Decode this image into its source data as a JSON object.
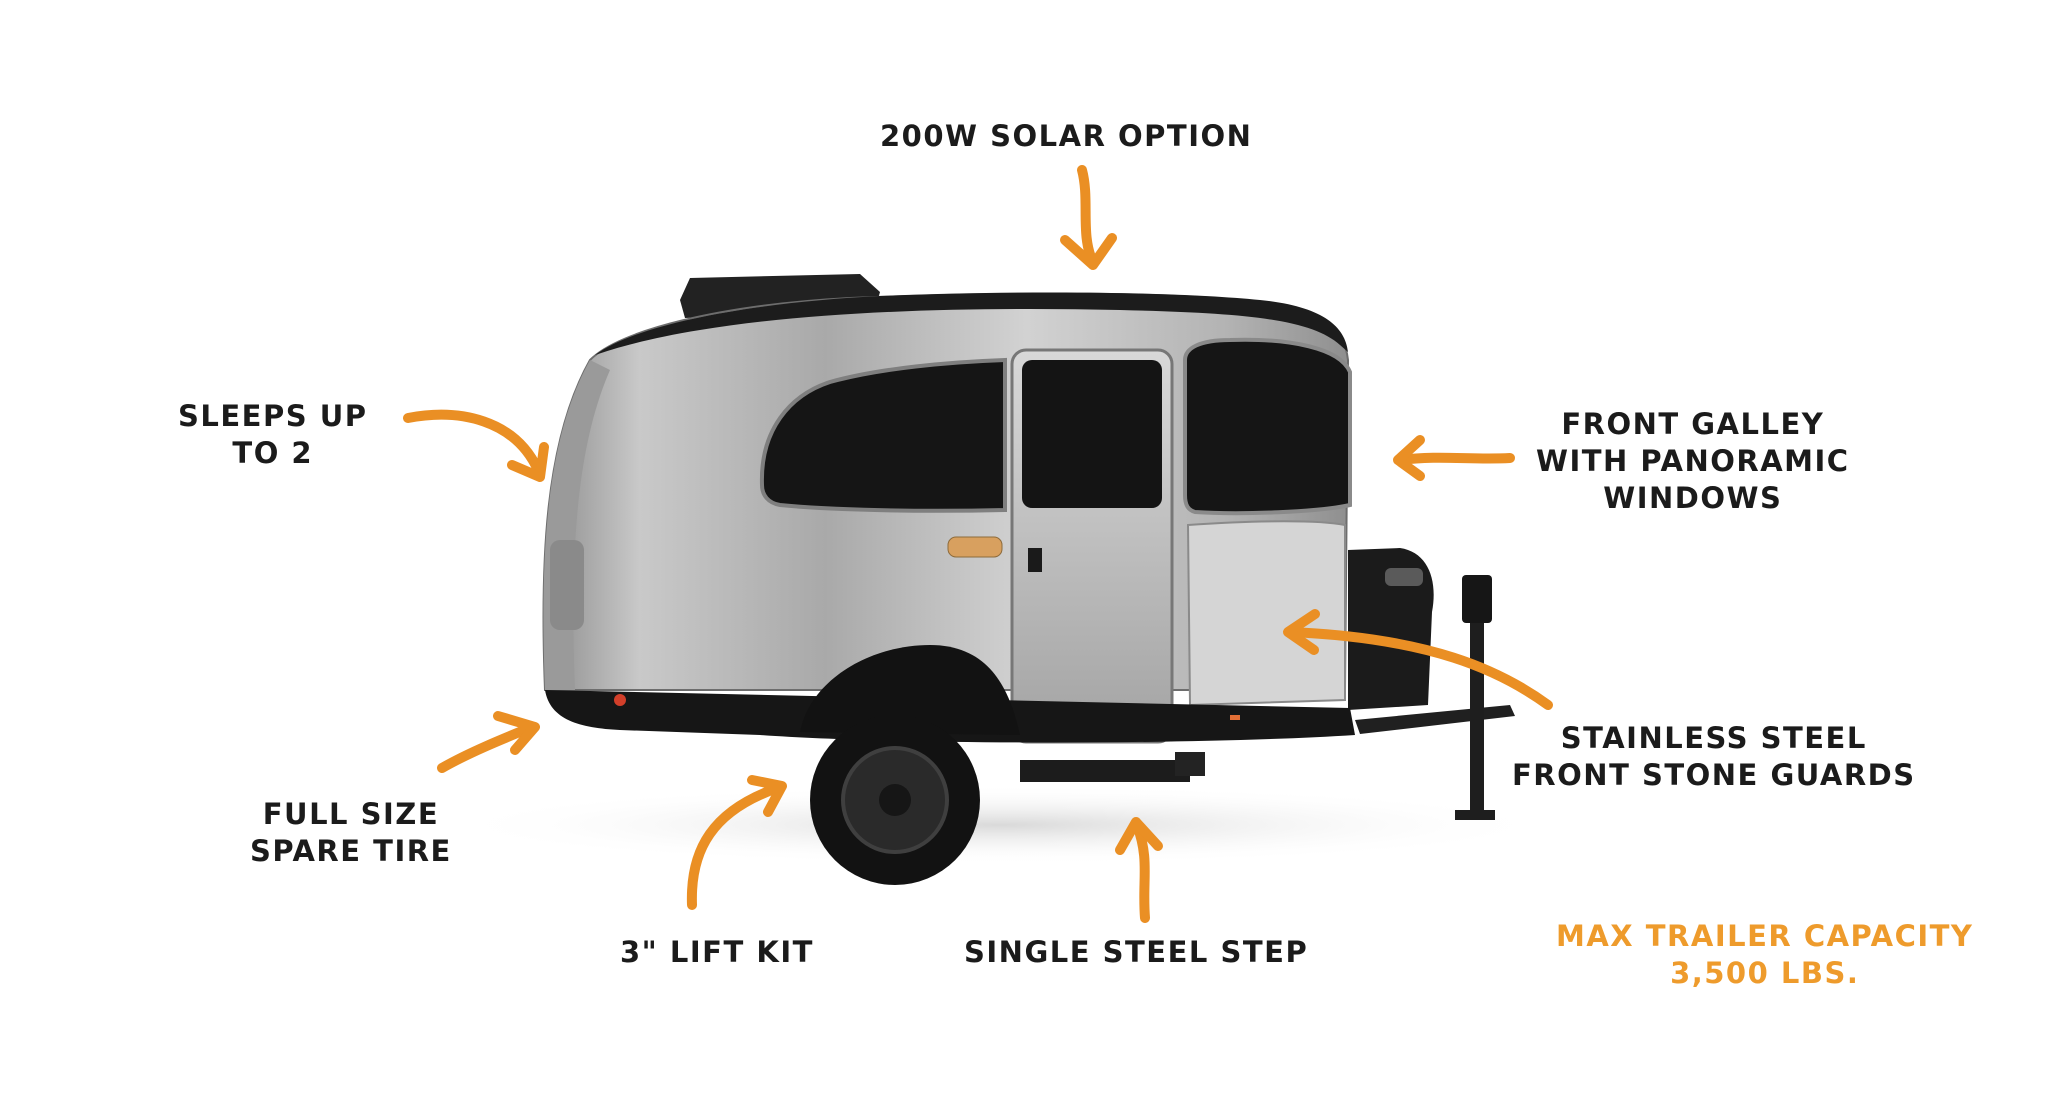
{
  "callouts": {
    "solar": "200W SOLAR OPTION",
    "sleeps": [
      "SLEEPS UP",
      "TO 2"
    ],
    "galley": [
      "FRONT GALLEY",
      "WITH PANORAMIC",
      "WINDOWS"
    ],
    "spare": [
      "FULL SIZE",
      "SPARE TIRE"
    ],
    "stone_guards": [
      "STAINLESS STEEL",
      "FRONT STONE GUARDS"
    ],
    "lift_kit": "3\" LIFT KIT",
    "step": "SINGLE STEEL STEP",
    "capacity": [
      "MAX TRAILER CAPACITY",
      "3,500 LBS."
    ]
  },
  "colors": {
    "accent": "#ea8f24",
    "text": "#1b1b1b",
    "trailer_body": "#b9b9b9",
    "trim": "#1c1c1c"
  }
}
